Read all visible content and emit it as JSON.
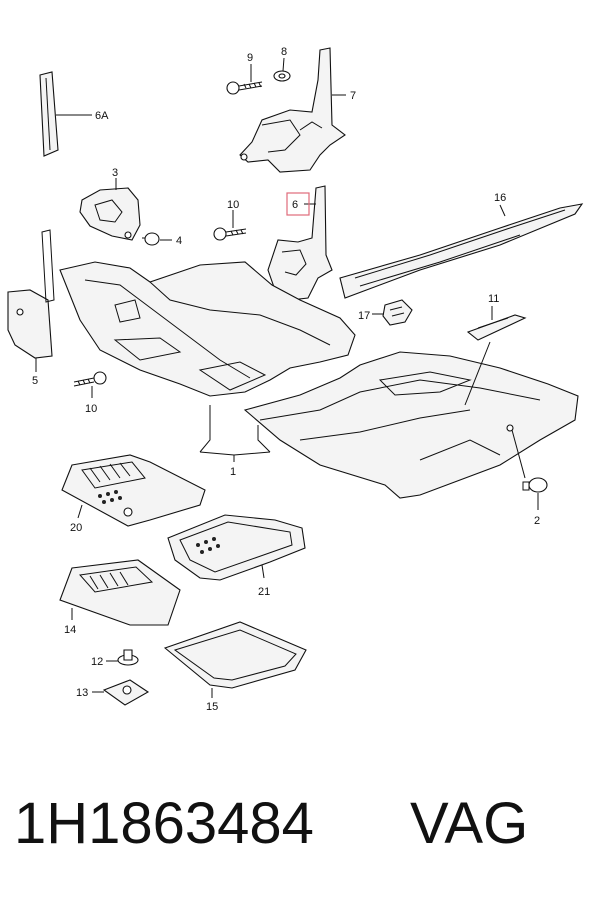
{
  "callouts": {
    "c6a": "6A",
    "c9": "9",
    "c8": "8",
    "c7": "7",
    "c3": "3",
    "c4": "4",
    "c10a": "10",
    "c6": "6",
    "c16": "16",
    "c5": "5",
    "c10b": "10",
    "c11": "11",
    "c17": "17",
    "c1": "1",
    "c2": "2",
    "c20": "20",
    "c21": "21",
    "c14": "14",
    "c12": "12",
    "c13": "13",
    "c15": "15"
  },
  "highlight_color": "#e06a7a",
  "footer": {
    "part_number": "1H1863484",
    "brand": "VAG"
  }
}
